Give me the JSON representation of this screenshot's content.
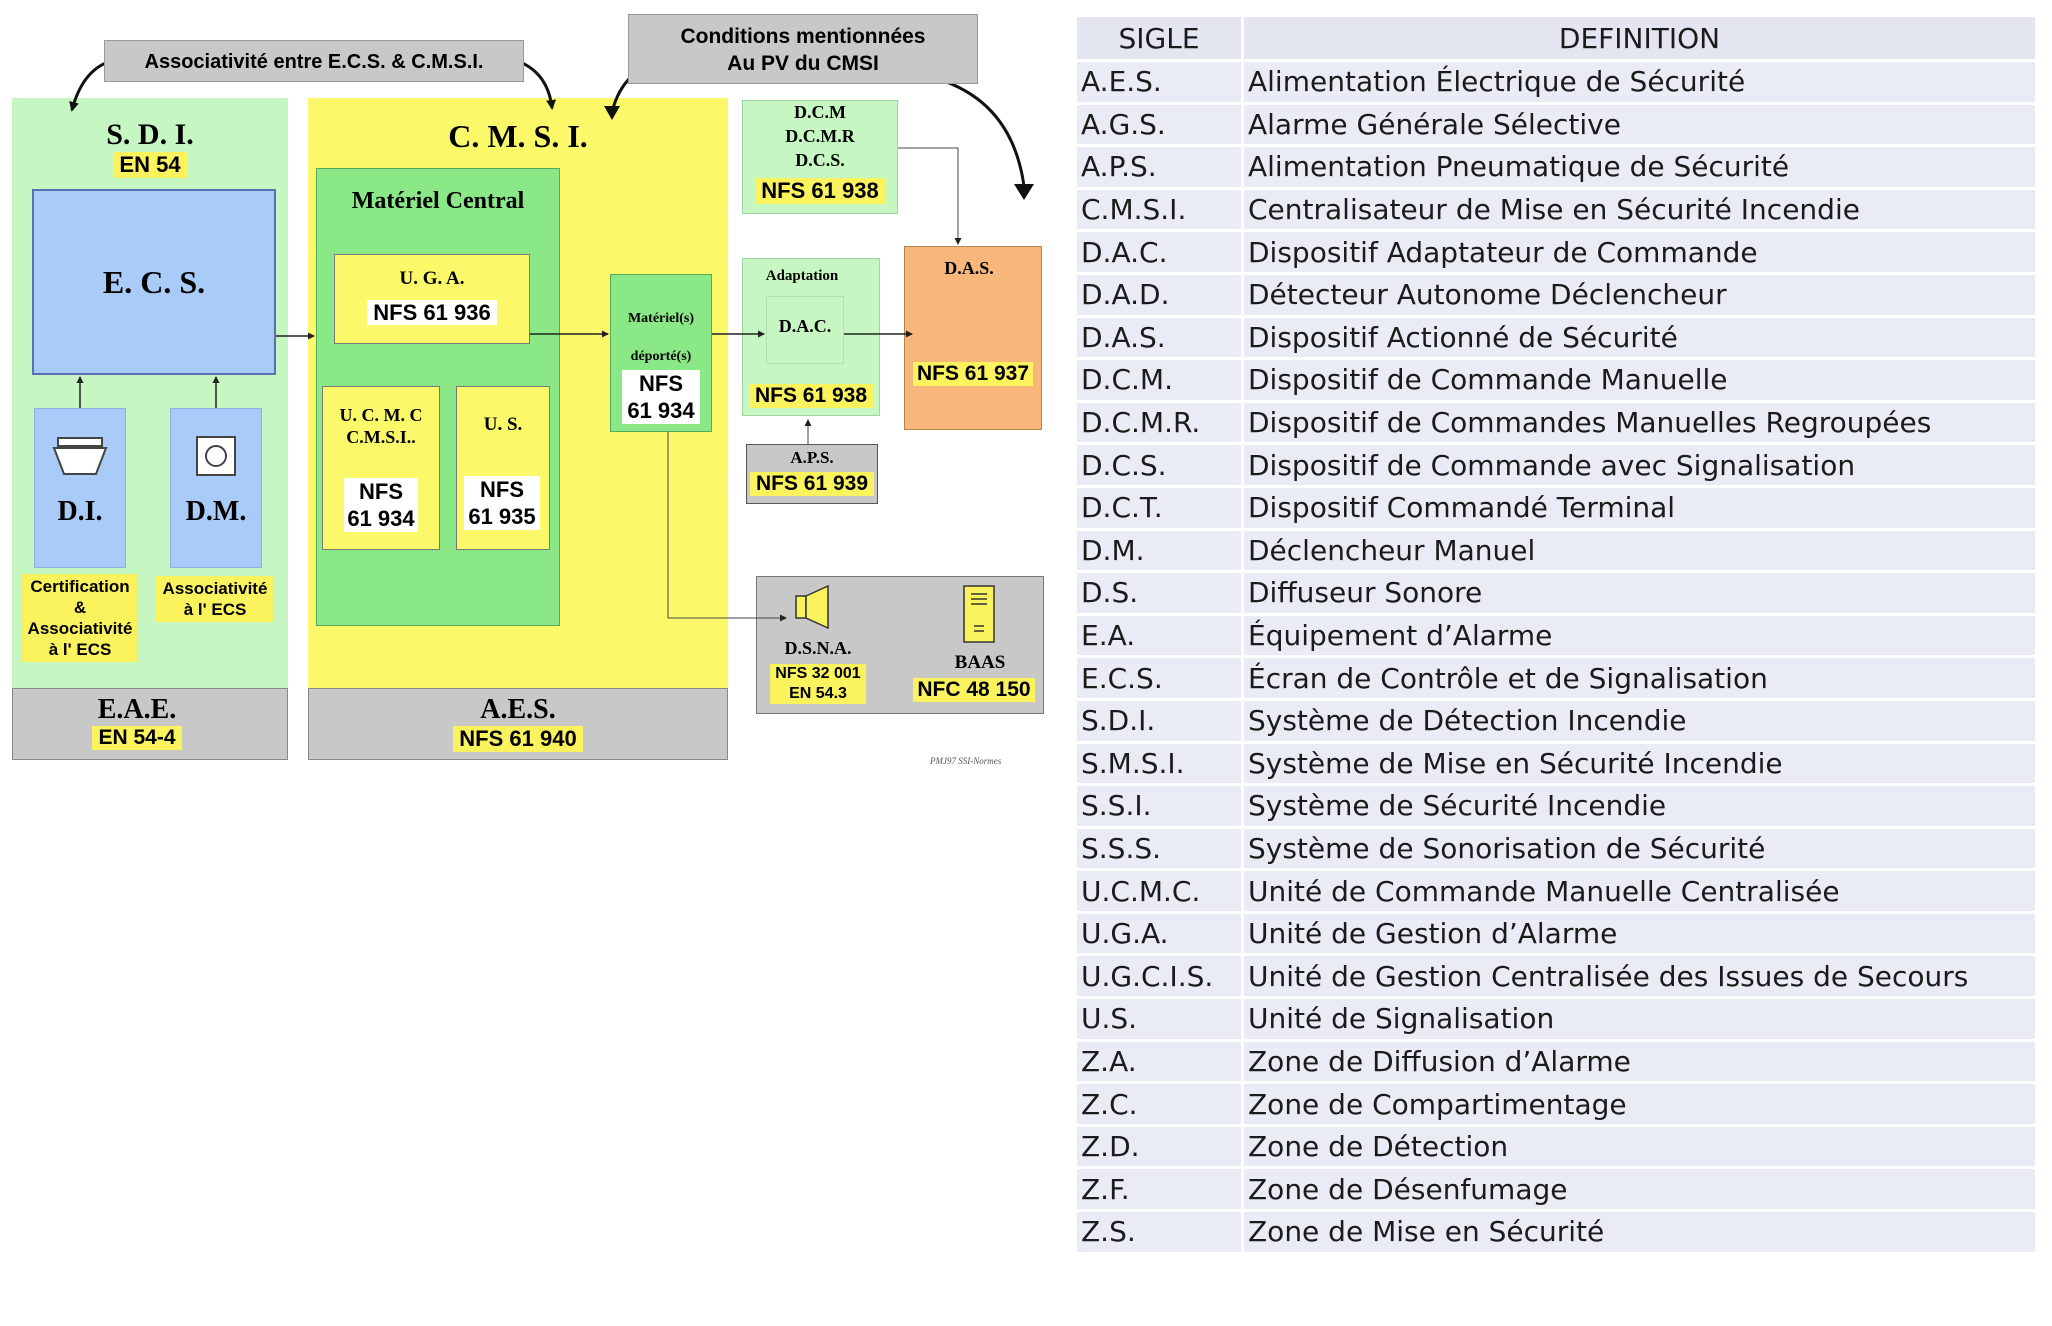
{
  "diagram": {
    "assoc_box": "Associativité entre E.C.S. & C.M.S.I.",
    "conditions_box": [
      "Conditions mentionnées",
      "Au PV du CMSI"
    ],
    "sdi": {
      "title": "S. D. I.",
      "norm": "EN 54"
    },
    "ecs": "E. C. S.",
    "di": {
      "label": "D.I.",
      "caption": [
        "Certification",
        "&",
        "Associativité",
        "à l' ECS"
      ]
    },
    "dm": {
      "label": "D.M.",
      "caption": [
        "Associativité",
        "à l' ECS"
      ]
    },
    "eae": {
      "title": "E.A.E.",
      "norm": "EN 54-4"
    },
    "cmsi": {
      "title": "C.  M.  S.  I."
    },
    "materiel_central": "Matériel Central",
    "uga": {
      "title": "U. G. A.",
      "norm": "NFS 61 936"
    },
    "ucmc": {
      "title": [
        "U. C. M. C",
        "C.M.S.I.."
      ],
      "norm": [
        "NFS",
        "61 934"
      ]
    },
    "us": {
      "title": "U. S.",
      "norm": [
        "NFS",
        "61 935"
      ]
    },
    "deportes": {
      "title": [
        "Matériel(s)",
        "déporté(s)"
      ],
      "norm": [
        "NFS",
        "61 934"
      ]
    },
    "aes": {
      "title": "A.E.S.",
      "norm": "NFS 61 940"
    },
    "dcm": {
      "title": [
        "D.C.M",
        "D.C.M.R",
        "D.C.S."
      ],
      "norm": "NFS 61 938"
    },
    "adaptation": {
      "title": "Adaptation",
      "dac": "D.A.C.",
      "norm": "NFS 61 938"
    },
    "das": {
      "title": "D.A.S.",
      "norm": "NFS 61 937"
    },
    "aps": {
      "title": "A.P.S.",
      "norm": "NFS 61 939"
    },
    "dsna": {
      "title": "D.S.N.A.",
      "norm": [
        "NFS 32 001",
        "EN 54.3"
      ]
    },
    "baas": {
      "title": "BAAS",
      "norm": "NFC 48 150"
    },
    "credit": "PMJ97 SSI-Normes",
    "colors": {
      "green_bg": "#c6f7c3",
      "yellow_bg": "#fbf96a",
      "blue": "#a9cbf7",
      "gray": "#c8c8c8",
      "orange": "#f8b77a",
      "green_mid": "#8ae986"
    }
  },
  "table": {
    "headers": [
      "SIGLE",
      "DEFINITION"
    ],
    "rows": [
      [
        "A.E.S.",
        "Alimentation Électrique de Sécurité"
      ],
      [
        "A.G.S.",
        "Alarme Générale Sélective"
      ],
      [
        "A.P.S.",
        "Alimentation Pneumatique de Sécurité"
      ],
      [
        "C.M.S.I.",
        "Centralisateur de Mise en Sécurité Incendie"
      ],
      [
        "D.A.C.",
        "Dispositif Adaptateur de Commande"
      ],
      [
        "D.A.D.",
        "Détecteur Autonome Déclencheur"
      ],
      [
        "D.A.S.",
        "Dispositif Actionné de Sécurité"
      ],
      [
        "D.C.M.",
        "Dispositif de Commande Manuelle"
      ],
      [
        "D.C.M.R.",
        "Dispositif de Commandes Manuelles Regroupées"
      ],
      [
        "D.C.S.",
        "Dispositif de Commande avec Signalisation"
      ],
      [
        "D.C.T.",
        "Dispositif Commandé Terminal"
      ],
      [
        "D.M.",
        "Déclencheur Manuel"
      ],
      [
        "D.S.",
        "Diffuseur Sonore"
      ],
      [
        "E.A.",
        "Équipement d’Alarme"
      ],
      [
        "E.C.S.",
        "Écran de Contrôle et de Signalisation"
      ],
      [
        "S.D.I.",
        "Système de Détection Incendie"
      ],
      [
        "S.M.S.I.",
        "Système de Mise en Sécurité Incendie"
      ],
      [
        "S.S.I.",
        "Système de Sécurité Incendie"
      ],
      [
        "S.S.S.",
        "Système de Sonorisation de Sécurité"
      ],
      [
        "U.C.M.C.",
        "Unité de Commande Manuelle Centralisée"
      ],
      [
        "U.G.A.",
        "Unité de Gestion d’Alarme"
      ],
      [
        "U.G.C.I.S.",
        "Unité de Gestion Centralisée des Issues de Secours"
      ],
      [
        "U.S.",
        "Unité de Signalisation"
      ],
      [
        "Z.A.",
        "Zone de Diffusion d’Alarme"
      ],
      [
        "Z.C.",
        "Zone de Compartimentage"
      ],
      [
        "Z.D.",
        "Zone de Détection"
      ],
      [
        "Z.F.",
        "Zone de Désenfumage"
      ],
      [
        "Z.S.",
        "Zone de Mise en Sécurité"
      ]
    ]
  }
}
